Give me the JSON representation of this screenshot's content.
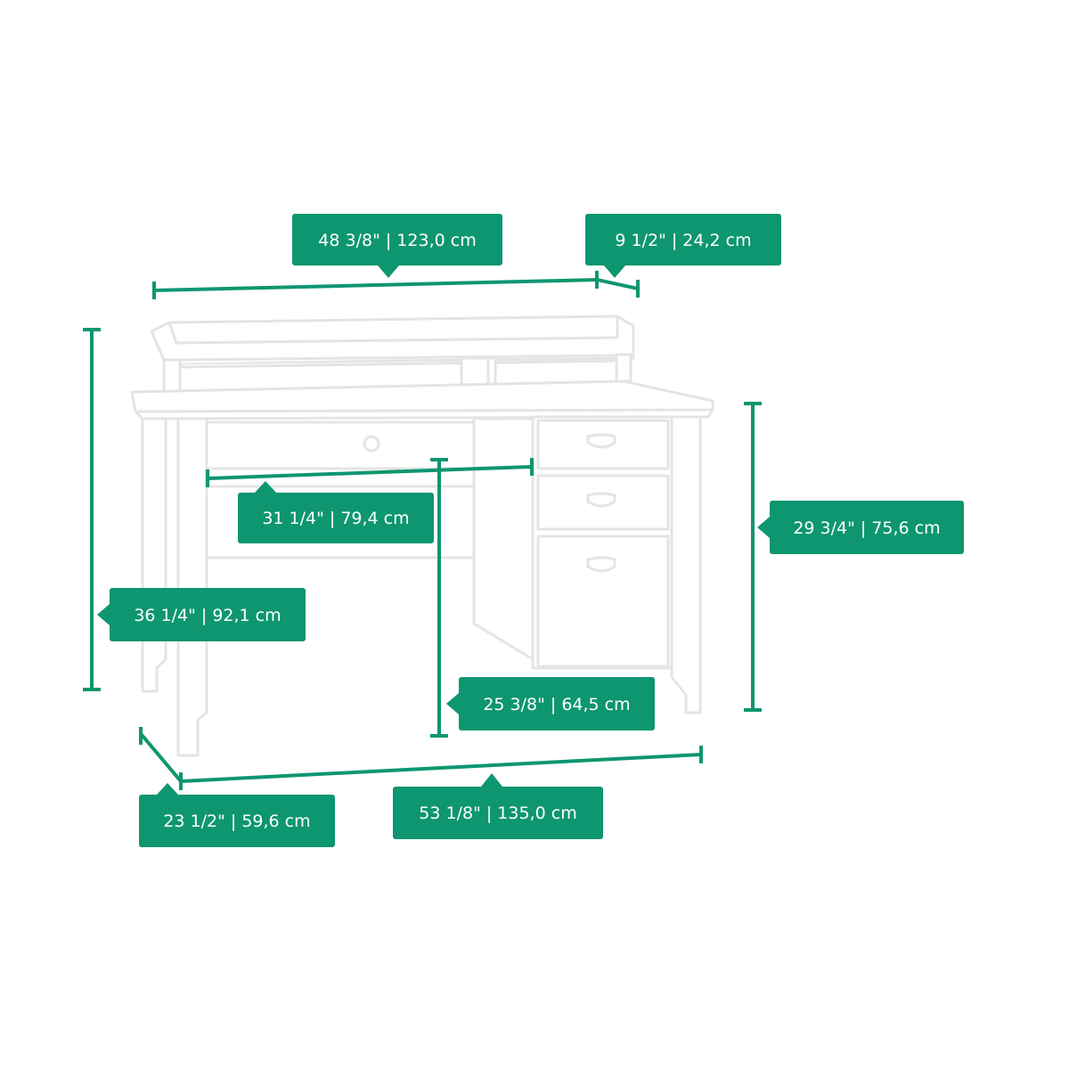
{
  "colors": {
    "accent": "#0e9670",
    "outline": "#e6e6e6",
    "background": "#ffffff"
  },
  "dimensions": {
    "top_width": "48 3/8\" | 123,0 cm",
    "hutch_depth": "9 1/2\" | 24,2 cm",
    "drawer_width": "31 1/4\" | 79,4 cm",
    "desk_height": "29 3/4\" | 75,6 cm",
    "total_height": "36 1/4\" | 92,1 cm",
    "knee_height": "25 3/8\" | 64,5 cm",
    "desk_depth": "23 1/2\" | 59,6 cm",
    "desk_width": "53 1/8\" | 135,0 cm"
  }
}
